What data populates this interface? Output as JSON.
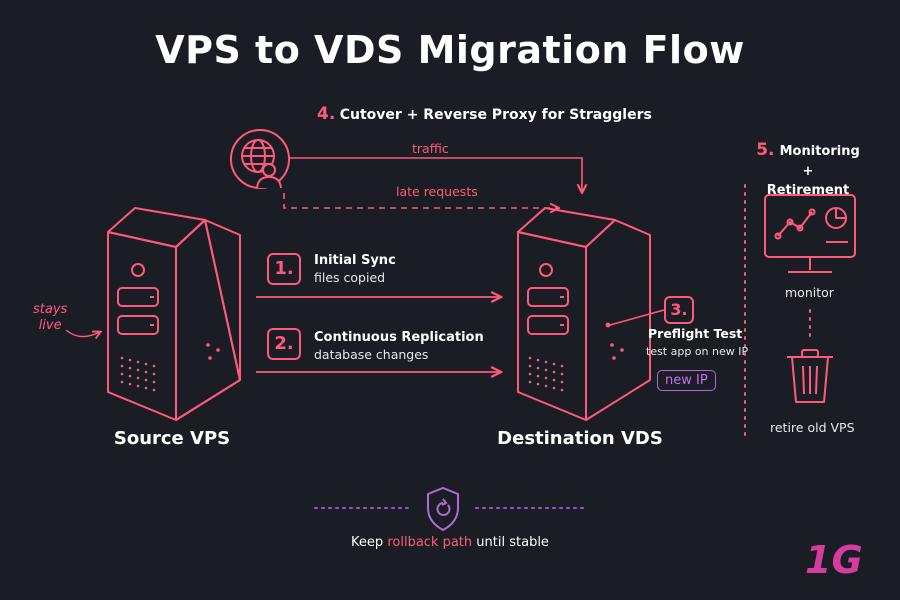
{
  "title": "VPS to VDS Migration Flow",
  "colors": {
    "background": "#1b1d24",
    "accent_pink": "#ff5a7a",
    "accent_purple": "#b06ad8",
    "text": "#ffffff"
  },
  "step4": {
    "num": "4.",
    "label": "Cutover + Reverse Proxy for Stragglers",
    "arrow_top": "traffic",
    "arrow_bottom": "late requests"
  },
  "step5": {
    "num": "5.",
    "label_line1": "Monitoring +",
    "label_line2": "Retirement",
    "monitor_label": "monitor",
    "retire_label": "retire old VPS"
  },
  "source": {
    "name": "Source VPS",
    "note_line1": "stays",
    "note_line2": "live"
  },
  "destination": {
    "name": "Destination VDS"
  },
  "step1": {
    "num": "1.",
    "title": "Initial Sync",
    "sub": "files copied"
  },
  "step2": {
    "num": "2.",
    "title": "Continuous Replication",
    "sub": "database changes"
  },
  "step3": {
    "num": "3.",
    "title": "Preflight Test",
    "sub": "test app on new IP",
    "badge": "new IP"
  },
  "footer": {
    "prefix": "Keep",
    "highlight": "rollback path",
    "suffix": "until stable"
  },
  "logo": "1G",
  "icons": [
    "globe-user-icon",
    "server-icon",
    "monitor-chart-icon",
    "trash-icon",
    "shield-icon"
  ]
}
